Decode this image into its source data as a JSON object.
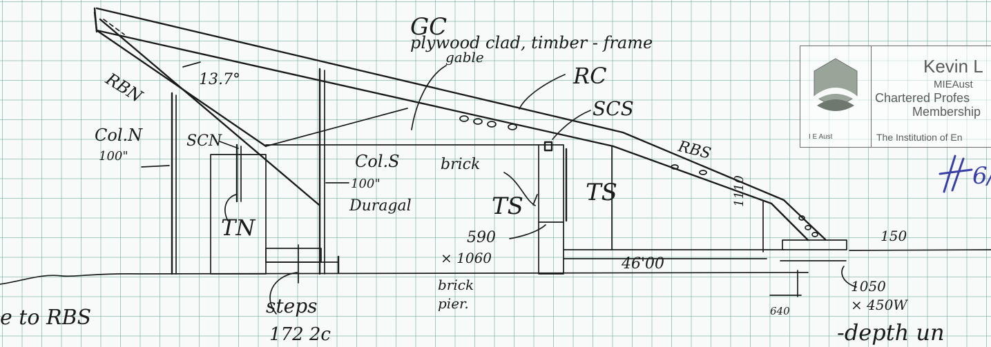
{
  "labels": {
    "gc": "GC",
    "gc_desc_line1": "plywood clad, timber - frame",
    "gc_desc_line2": "gable",
    "rc": "RC",
    "scs": "SCS",
    "rbn": "RBN",
    "angle": "13.7°",
    "coln": "Col.N",
    "coln_size": "100\"",
    "scn": "SCN",
    "tn": "TN",
    "cols": "Col.S",
    "cols_size": "100\"",
    "cols_material": "Duragal",
    "brick": "brick",
    "ts_left": "TS",
    "ts_right": "TS",
    "rbs": "RBS",
    "dim_1110": "1110",
    "dim_150": "150",
    "dim_590": "590",
    "dim_1060": "× 1060",
    "dim_4600": "46'00",
    "brick_pier_line1": "brick",
    "brick_pier_line2": "pier.",
    "dim_1050": "1050",
    "dim_450w": "× 450W",
    "dim_640": "640",
    "steps": "steps",
    "steps_note": "172 2c",
    "left_note": "e to RBS",
    "depth_note": "-depth un"
  },
  "stamp": {
    "name": "Kevin L",
    "title": "MIEAust",
    "line3": "Chartered Profes",
    "line4": "Membership",
    "line5": "The Institution of En",
    "logo_text": "I E Aust",
    "sig_text": "6/"
  },
  "colors": {
    "ink": "#1a1a1a",
    "grid": "#5fa096",
    "stamp_gray": "#5a5a5a",
    "signature_blue": "#3a3fa8"
  }
}
